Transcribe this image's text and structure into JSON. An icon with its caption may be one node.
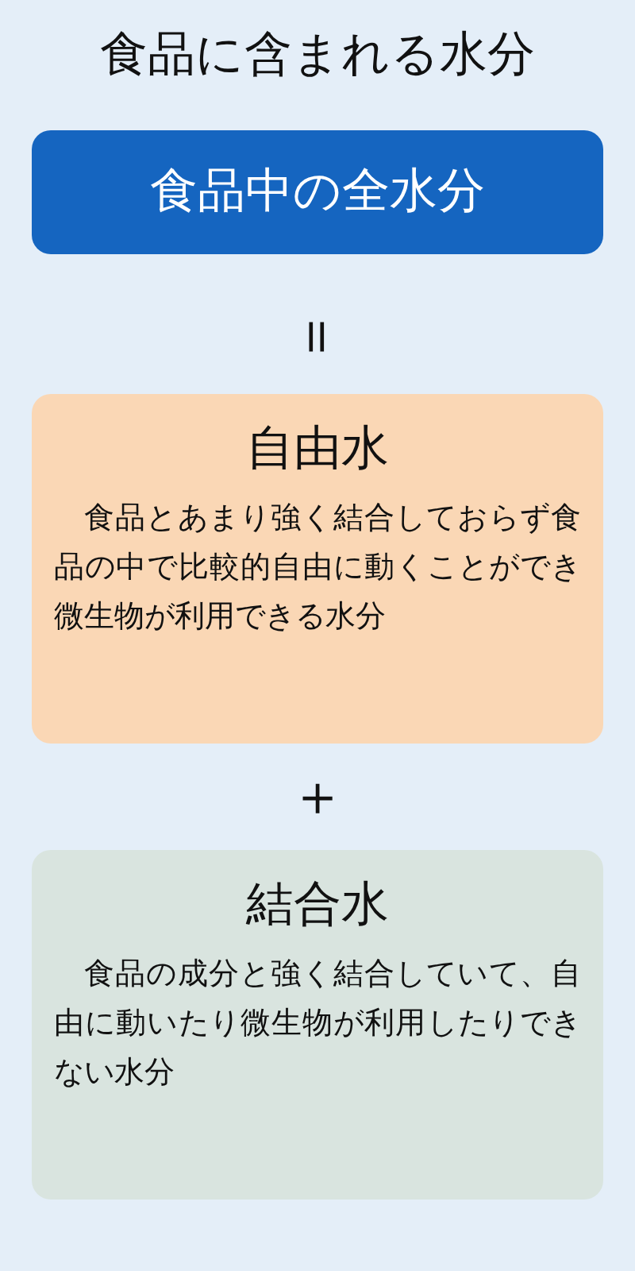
{
  "diagram": {
    "title": "食品に含まれる水分",
    "nodes": [
      {
        "text": [
          "食品中の全水分"
        ]
      },
      {
        "text": [
          "自由水",
          "食品とあまり強く結合しておらず食品の中で比較的自由に動くことができ微生物が利用できる水分"
        ]
      },
      {
        "text": [
          "結合水",
          "食品の成分と強く結合していて、自由に動いたり微生物が利用したりできない水分"
        ]
      }
    ],
    "labels": [
      "＝",
      "＋"
    ]
  }
}
